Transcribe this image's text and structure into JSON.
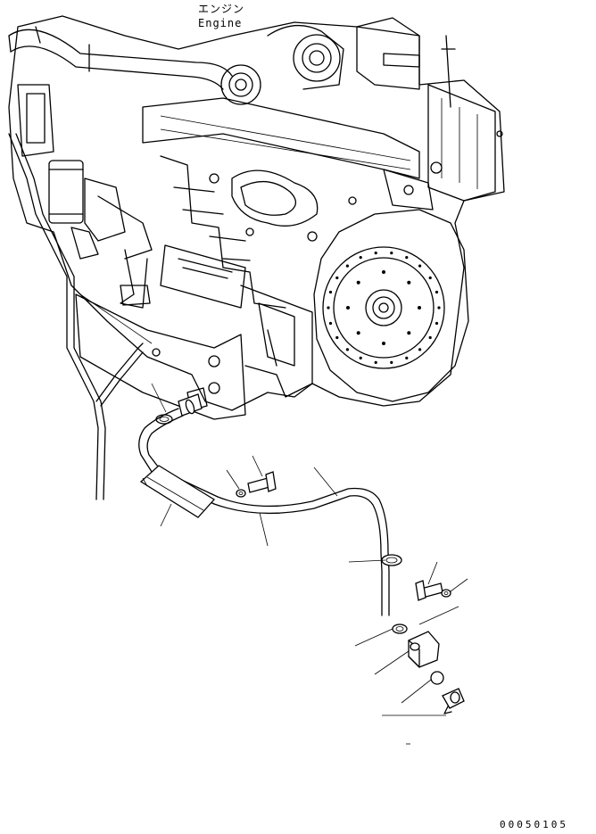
{
  "diagram": {
    "label_jp": "エンジン",
    "label_en": "Engine",
    "drawing_number": "00050105"
  }
}
